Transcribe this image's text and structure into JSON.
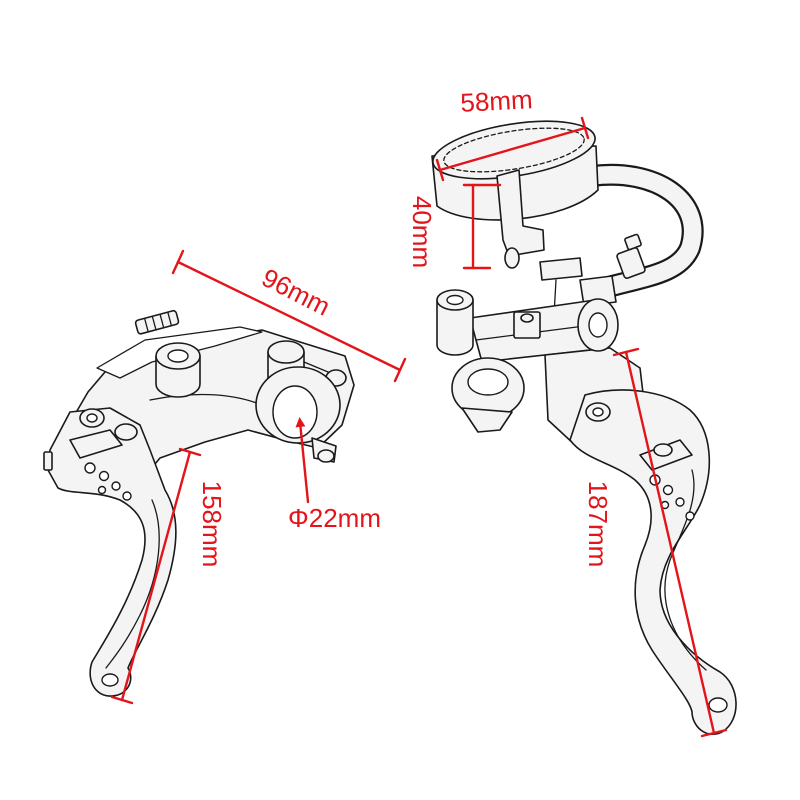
{
  "colors": {
    "annotation": "#e3151b",
    "line": "#1a1a1a",
    "fill": "#f4f4f4",
    "background": "#ffffff"
  },
  "dimensions": {
    "reservoir_diameter": "58mm",
    "reservoir_height": "40mm",
    "perch_width": "96mm",
    "clutch_lever_length": "158mm",
    "clamp_diameter": "Φ22mm",
    "brake_lever_length": "187mm"
  }
}
